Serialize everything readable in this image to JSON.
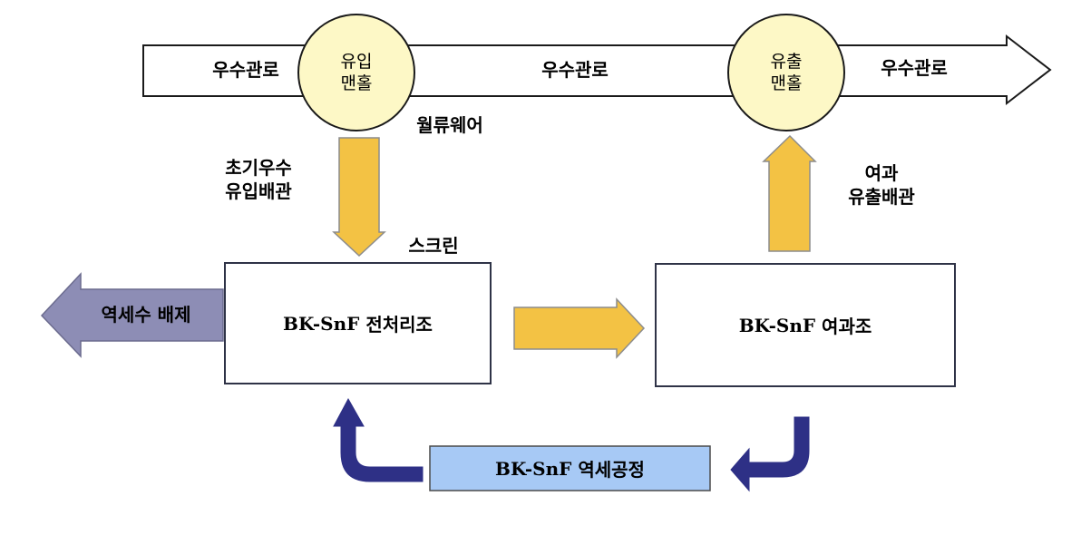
{
  "pipe": {
    "left_label": "우수관로",
    "middle_label": "우수관로",
    "right_label": "우수관로"
  },
  "inlet_manhole": {
    "line1": "유입",
    "line2": "맨홀"
  },
  "outlet_manhole": {
    "line1": "유출",
    "line2": "맨홀"
  },
  "weir_label": "월류웨어",
  "initial_inflow_pipe": {
    "line1": "초기우수",
    "line2": "유입배관"
  },
  "screen_label": "스크린",
  "filtered_outflow_pipe": {
    "line1": "여과",
    "line2": "유출배관"
  },
  "pretreatment_tank": {
    "prefix": "BK-SnF",
    "name": "전처리조"
  },
  "filtration_tank": {
    "prefix": "BK-SnF",
    "name": "여과조"
  },
  "backwash_process": {
    "prefix": "BK-SnF",
    "name": "역세공정"
  },
  "backwash_discharge": "역세수 배제",
  "colors": {
    "flow_arrow": "#f3c244",
    "manhole_fill": "#fdf8c6",
    "backwash_arrow": "#8d8db5",
    "return_arrow": "#2e3086",
    "process_box": "#a7c9f5"
  }
}
